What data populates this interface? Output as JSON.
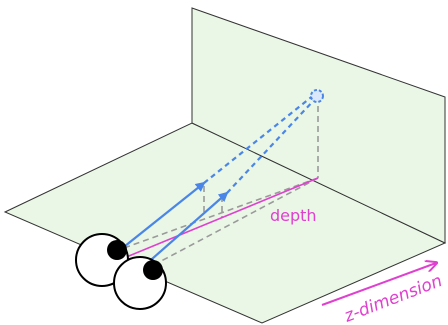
{
  "labels": {
    "depth": "depth",
    "z_dimension": "z-dimension"
  },
  "colors": {
    "plane_fill": "#eaf7e6",
    "plane_stroke": "#333333",
    "ray": "#4a86e8",
    "guide": "#9a9a9a",
    "depth": "#e040d0",
    "eye_stroke": "#000000",
    "eye_fill": "#ffffff"
  },
  "elements": {
    "eyes": [
      "left-eye",
      "right-eye"
    ],
    "rays": [
      "left-eye-ray",
      "right-eye-ray"
    ],
    "target": "target-point"
  }
}
